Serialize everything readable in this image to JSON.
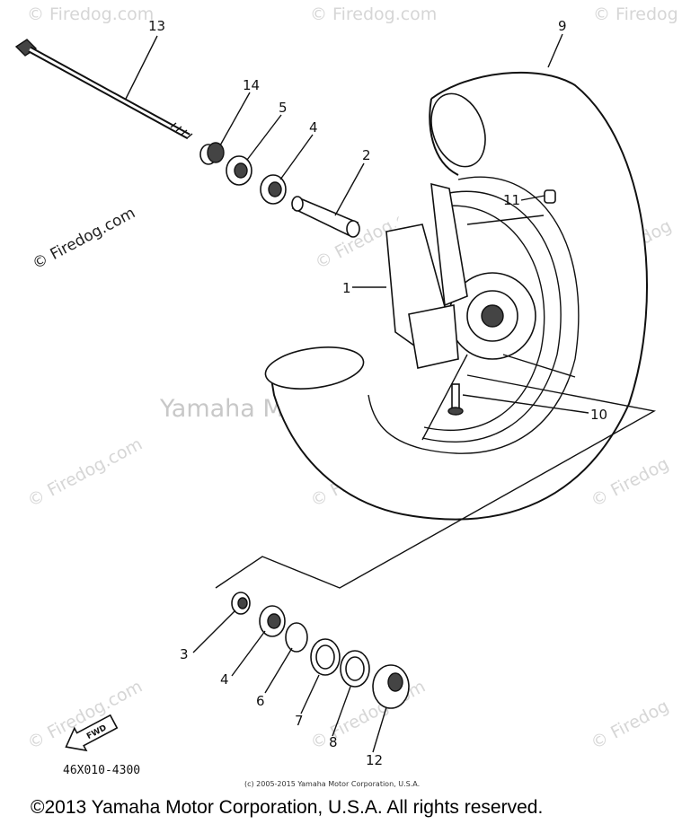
{
  "watermarks": {
    "firedog": "© Firedog.com",
    "firedog_short": "© Firedog",
    "center": "Yamaha Motor Corporation"
  },
  "callouts": {
    "c13": "13",
    "c14": "14",
    "c5": "5",
    "c4": "4",
    "c2": "2",
    "c9": "9",
    "c11": "11",
    "c1": "1",
    "c10": "10",
    "c3": "3",
    "c4b": "4",
    "c6": "6",
    "c7": "7",
    "c8": "8",
    "c12": "12"
  },
  "direction_arrow": "FWD",
  "diagram_code": "46X010-4300",
  "fine_print": "(c) 2005-2015 Yamaha Motor Corporation, U.S.A.",
  "copyright": "©2013 Yamaha Motor Corporation, U.S.A. All rights reserved."
}
